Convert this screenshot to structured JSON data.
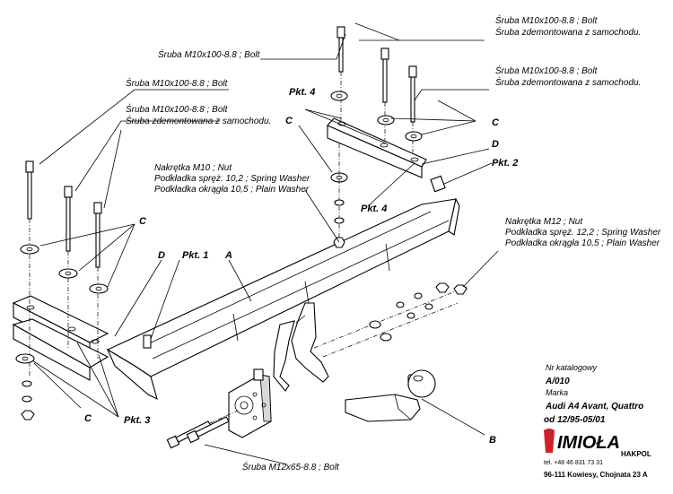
{
  "labels": {
    "bolt_top_right_1": "Śruba M10x100-8.8 ;  Bolt",
    "bolt_top_right_1b": "Śruba zdemontowana z samochodu.",
    "bolt_top_right_2": "Śruba M10x100-8.8 ;  Bolt",
    "bolt_top_right_2b": "Śruba zdemontowana z samochodu.",
    "bolt_top_center": "Śruba M10x100-8.8 ;  Bolt",
    "bolt_left_1": "Śruba M10x100-8.8 ;  Bolt",
    "bolt_left_2": "Śruba M10x100-8.8 ;  Bolt",
    "bolt_left_2b": "Śruba zdemontowana z samochodu.",
    "nut_m10_1": "Nakrętka  M10 ; Nut",
    "nut_m10_2": "Podkładka spręż. 10,2 ; Spring Washer",
    "nut_m10_3": "Podkładka okrągła 10,5 ; Plain Washer",
    "nut_m12_1": "Nakrętka  M12 ; Nut",
    "nut_m12_2": "Podkładka spręż. 12,2 ; Spring Washer",
    "nut_m12_3": "Podkładka okrągła 10,5 ; Plain Washer",
    "bolt_bottom": "Śruba M12x65-8.8 ;  Bolt"
  },
  "markers": {
    "pkt1": "Pkt. 1",
    "pkt2": "Pkt. 2",
    "pkt3": "Pkt. 3",
    "pkt4_top": "Pkt. 4",
    "pkt4_mid": "Pkt. 4",
    "A": "A",
    "B": "B",
    "C": "C",
    "D": "D"
  },
  "info": {
    "catalog_label": "Nr katalogowy",
    "catalog_value": "A/010",
    "make_label": "Marka",
    "make_value": "Audi A4 Avant, Quattro",
    "years": "od 12/95-05/01",
    "brand": "IMIOŁA",
    "brand_sub": "HAKPOL",
    "phone": "tel. +48 46 831 73 31",
    "address": "96-111 Kowiesy, Chojnata 23 A"
  },
  "colors": {
    "line": "#000000",
    "brand_red": "#d0202a",
    "shade": "#d8d8d8"
  }
}
